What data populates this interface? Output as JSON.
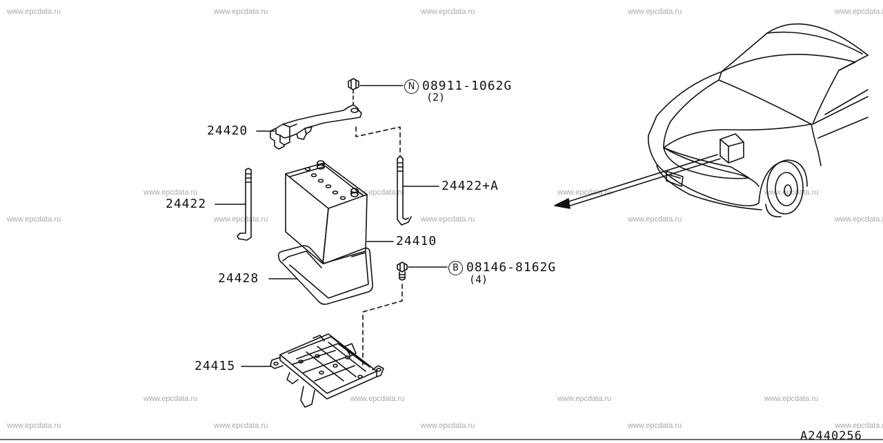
{
  "watermark": "www.epcdata.ru",
  "parts": [
    {
      "id": "p24420",
      "number": "24420"
    },
    {
      "id": "p24422",
      "number": "24422"
    },
    {
      "id": "p24422a",
      "number": "24422+A"
    },
    {
      "id": "p24410",
      "number": "24410"
    },
    {
      "id": "p24428",
      "number": "24428"
    },
    {
      "id": "p24415",
      "number": "24415"
    }
  ],
  "fasteners": [
    {
      "id": "nut",
      "badge": "N",
      "code": "08911-1062G",
      "qty": "(2)"
    },
    {
      "id": "bolt",
      "badge": "B",
      "code": "08146-8162G",
      "qty": "(4)"
    }
  ],
  "figure_code": "A2440256",
  "colors": {
    "line": "#111111",
    "watermark": "#a8a8a8"
  }
}
